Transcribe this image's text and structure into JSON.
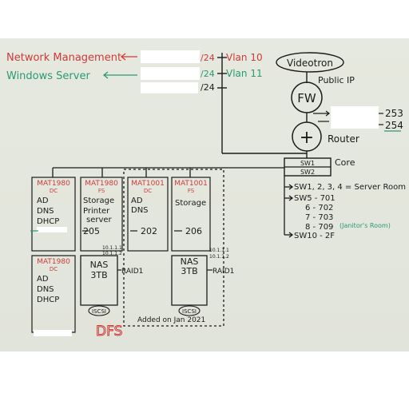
{
  "legend": {
    "network_mgmt": "Network Management",
    "windows_server": "Windows Server",
    "vlans": [
      {
        "prefix": "/24",
        "vlan": "Vlan 10"
      },
      {
        "prefix": "/24",
        "vlan": "Vlan 11"
      },
      {
        "prefix": "/24",
        "vlan": ""
      }
    ]
  },
  "top_chain": {
    "cloud": "Videotron",
    "public_ip": "Public IP",
    "fw": "FW",
    "router": "Router",
    "ips": [
      "253",
      "254"
    ],
    "plus": "+"
  },
  "core": {
    "label": "Core",
    "switches": [
      "SW1",
      "SW2"
    ]
  },
  "switch_notes": [
    "SW1, 2, 3, 4 = Server Room",
    "SW5 - 701",
    "6 - 702",
    "7 - 703",
    "8 - 709",
    "SW10 - 2F"
  ],
  "janitor": "(Janitor's Room)",
  "servers": [
    {
      "host": "MAT1980",
      "role": "DC",
      "items": [
        "AD",
        "DNS",
        "DHCP"
      ],
      "ip": ""
    },
    {
      "host": "MAT1980",
      "role": "FS",
      "items": [
        "Storage",
        "Printer",
        "server"
      ],
      "ip": "205"
    },
    {
      "host": "MAT1001",
      "role": "DC",
      "items": [
        "AD",
        "DNS"
      ],
      "ip": "202"
    },
    {
      "host": "MAT1001",
      "role": "FS",
      "items": [
        "Storage"
      ],
      "ip": "206"
    },
    {
      "host": "MAT1980",
      "role": "DC",
      "items": [
        "AD",
        "DNS",
        "DHCP"
      ],
      "ip": ""
    }
  ],
  "nas": [
    {
      "label": "NAS",
      "size": "3TB",
      "raid": "RAID1",
      "iscsi": "ISCSI",
      "ips": [
        "10.1.1.1",
        "10.1.1.2"
      ]
    },
    {
      "label": "NAS",
      "size": "3TB",
      "raid": "RAID1",
      "iscsi": "ISCSI",
      "ips": [
        "10.1.1.1",
        "10.1.1.2"
      ]
    }
  ],
  "added_note": "Added on Jan 2021",
  "dfs": "DFS"
}
